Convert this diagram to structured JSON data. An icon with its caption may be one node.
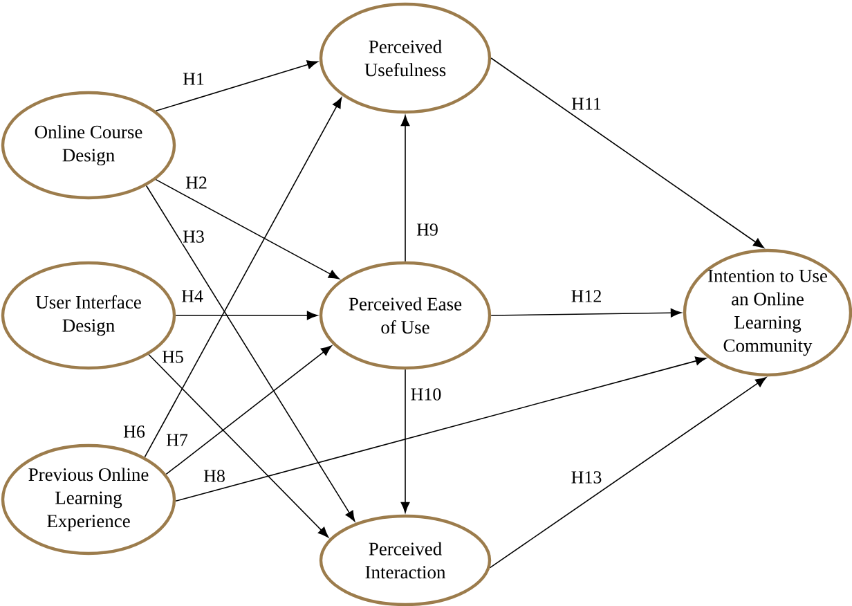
{
  "diagram": {
    "nodes": [
      {
        "text": [
          "Online Course Design"
        ]
      },
      {
        "text": [
          "Perceived Usefulness"
        ]
      },
      {
        "text": [
          "User Interface Design"
        ]
      },
      {
        "text": [
          "Perceived Ease of Use"
        ]
      },
      {
        "text": [
          "Intention to Use an Online Learning Community"
        ]
      },
      {
        "text": [
          "Previous Online Learning Experience"
        ]
      },
      {
        "text": [
          "Perceived Interaction"
        ]
      }
    ],
    "edges": [
      {
        "from": 0,
        "to": 1,
        "arrow": "to",
        "label": "H1"
      },
      {
        "from": 0,
        "to": 3,
        "arrow": "to",
        "label": "H2"
      },
      {
        "from": 0,
        "to": 6,
        "arrow": "to",
        "label": "H3"
      },
      {
        "from": 2,
        "to": 3,
        "arrow": "to",
        "label": "H4"
      },
      {
        "from": 2,
        "to": 6,
        "arrow": "to",
        "label": "H5"
      },
      {
        "from": 5,
        "to": 1,
        "arrow": "to",
        "label": "H6"
      },
      {
        "from": 5,
        "to": 3,
        "arrow": "to",
        "label": "H7"
      },
      {
        "from": 5,
        "to": 4,
        "arrow": "to",
        "label": "H8"
      },
      {
        "from": 3,
        "to": 1,
        "arrow": "to",
        "label": "H9"
      },
      {
        "from": 3,
        "to": 6,
        "arrow": "to",
        "label": "H10"
      },
      {
        "from": 1,
        "to": 4,
        "arrow": "to",
        "label": "H11"
      },
      {
        "from": 3,
        "to": 4,
        "arrow": "to",
        "label": "H12"
      },
      {
        "from": 6,
        "to": 4,
        "arrow": "to",
        "label": "H13"
      }
    ]
  }
}
